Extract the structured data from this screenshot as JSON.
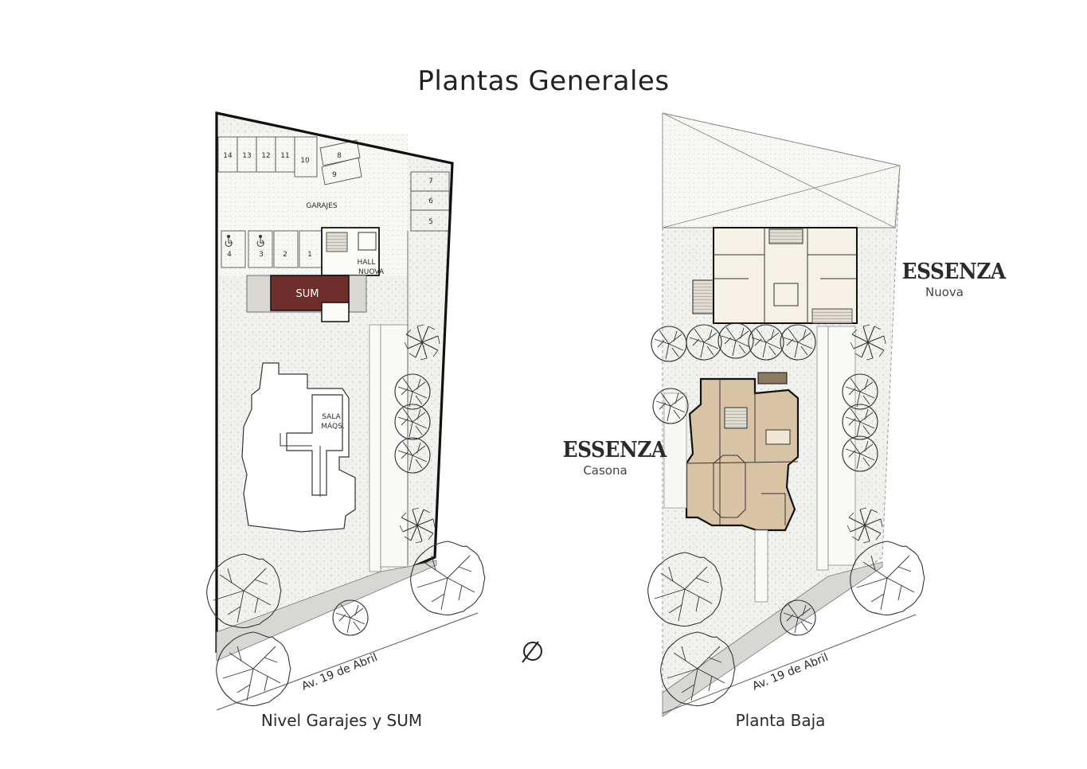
{
  "title": "Plantas Generales",
  "left_plan": {
    "caption": "Nivel Garajes y SUM",
    "street": "Av. 19 de Abril",
    "garajes_label": "GARAJES",
    "hall_line1": "HALL",
    "hall_line2": "NUOVA",
    "sum_label": "SUM",
    "sala_line1": "SALA",
    "sala_line2": "MÁQS.",
    "spaces_top": [
      "14",
      "13",
      "12",
      "11",
      "10",
      "8",
      "9"
    ],
    "spaces_right": [
      "7",
      "6",
      "5"
    ],
    "spaces_bottom": [
      "4",
      "3",
      "2",
      "1"
    ]
  },
  "right_plan": {
    "caption": "Planta Baja",
    "street": "Av. 19 de Abril",
    "brand_nuova": "ESSENZA",
    "brand_nuova_sub": "Nuova",
    "brand_casona": "ESSENZA",
    "brand_casona_sub": "Casona"
  },
  "icons": {
    "north": "north-compass-icon",
    "accessible": "wheelchair-icon",
    "tree": "tree-icon"
  },
  "colors": {
    "sum_fill": "#6e2f2c",
    "casona_fill": "#d8c3a5",
    "nuova_fill": "#f5f1e6",
    "ground": "#efefea",
    "outline": "#111111"
  }
}
